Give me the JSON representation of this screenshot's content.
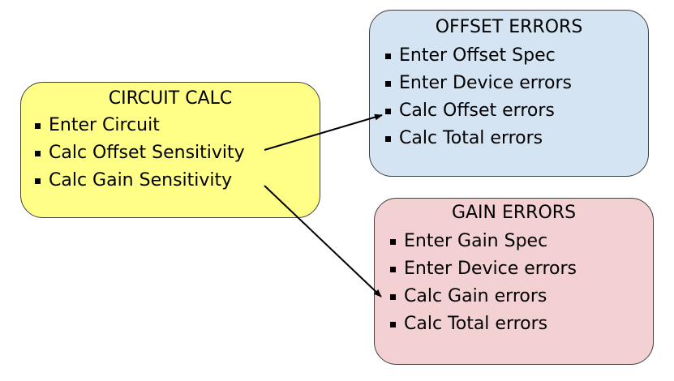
{
  "circuit_calc": {
    "title": "CIRCUIT CALC",
    "items": [
      "Enter Circuit",
      "Calc Offset Sensitivity",
      "Calc Gain Sensitivity"
    ]
  },
  "offset_errors": {
    "title": "OFFSET ERRORS",
    "items": [
      "Enter Offset Spec",
      "Enter Device errors",
      "Calc Offset errors",
      "Calc Total errors"
    ]
  },
  "gain_errors": {
    "title": "GAIN ERRORS",
    "items": [
      "Enter Gain Spec",
      "Enter Device errors",
      "Calc Gain errors",
      "Calc Total errors"
    ]
  },
  "colors": {
    "circuit_fill": "#ffff88",
    "offset_fill": "#d4e4f3",
    "gain_fill": "#f3d1d2",
    "border": "#404040",
    "arrow": "#000000"
  }
}
